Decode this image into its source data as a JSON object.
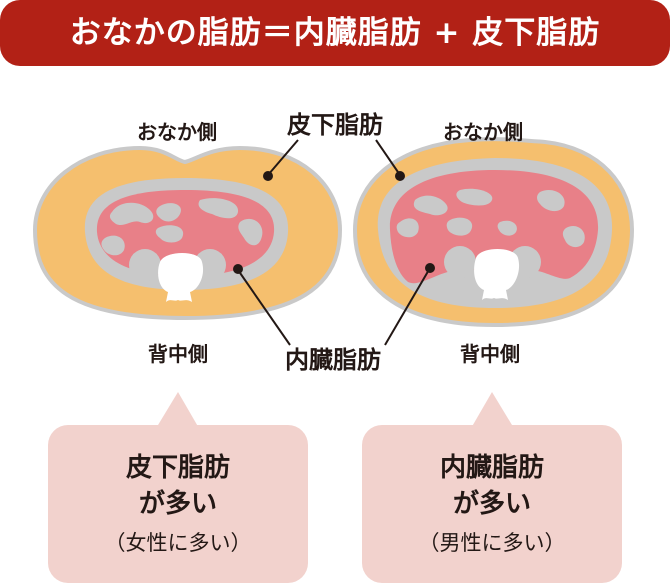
{
  "banner": {
    "title": "おなかの脂肪＝内臓脂肪 + 皮下脂肪"
  },
  "left_figure": {
    "front_label": "おなか側",
    "back_label": "背中側"
  },
  "right_figure": {
    "front_label": "おなか側",
    "back_label": "背中側"
  },
  "callouts": {
    "subcutaneous": "皮下脂肪",
    "visceral": "内臓脂肪"
  },
  "bubbles": [
    {
      "title_line1": "皮下脂肪",
      "title_line2": "が多い",
      "note": "（女性に多い）"
    },
    {
      "title_line1": "内臓脂肪",
      "title_line2": "が多い",
      "note": "（男性に多い）"
    }
  ],
  "colors": {
    "banner": "#b22116",
    "subcutaneous_fat": "#f5bf6e",
    "visceral_fat": "#e88088",
    "organ_gray": "#c9c9c9",
    "bubble": "#f2d2cd"
  }
}
